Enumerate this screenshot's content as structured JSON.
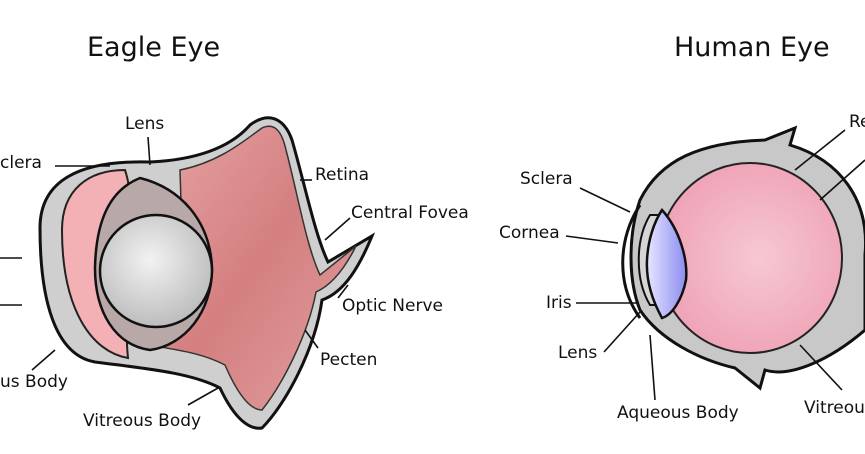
{
  "titles": {
    "eagle": "Eagle Eye",
    "human": "Human Eye"
  },
  "eagle_labels": {
    "lens": "Lens",
    "sclera": "clera",
    "retina": "Retina",
    "central_fovea": "Central Fovea",
    "optic_nerve": "Optic Nerve",
    "pecten": "Pecten",
    "vitreous_body": "Vitreous Body",
    "aqueous_body_partial": "us Body"
  },
  "human_labels": {
    "sclera": "Sclera",
    "cornea": "Cornea",
    "iris": "Iris",
    "lens": "Lens",
    "aqueous_body": "Aqueous Body",
    "retina_partial": "Re",
    "vitreous_partial": "Vitreou"
  },
  "colors": {
    "outline": "#111111",
    "sclera_fill": "#c9c9c9",
    "sclera_light": "#e6e6e6",
    "eagle_retina": "#d98a8a",
    "eagle_cornea": "#f3b0b4",
    "eagle_lens": "#d8d8d8",
    "lens_shell": "#b7a7a7",
    "human_vitreous": "#f2b8c6",
    "human_lens": "#a9a9f2"
  }
}
